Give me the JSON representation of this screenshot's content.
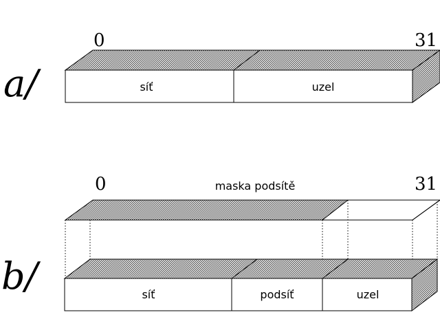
{
  "diagram_a": {
    "label": "a/",
    "bit_start": "0",
    "bit_end": "31",
    "fields": [
      "síť",
      "uzel"
    ]
  },
  "diagram_b": {
    "label": "b/",
    "bit_start": "0",
    "bit_end": "31",
    "mask_label": "maska podsítě",
    "fields": [
      "síť",
      "podsíť",
      "uzel"
    ]
  }
}
